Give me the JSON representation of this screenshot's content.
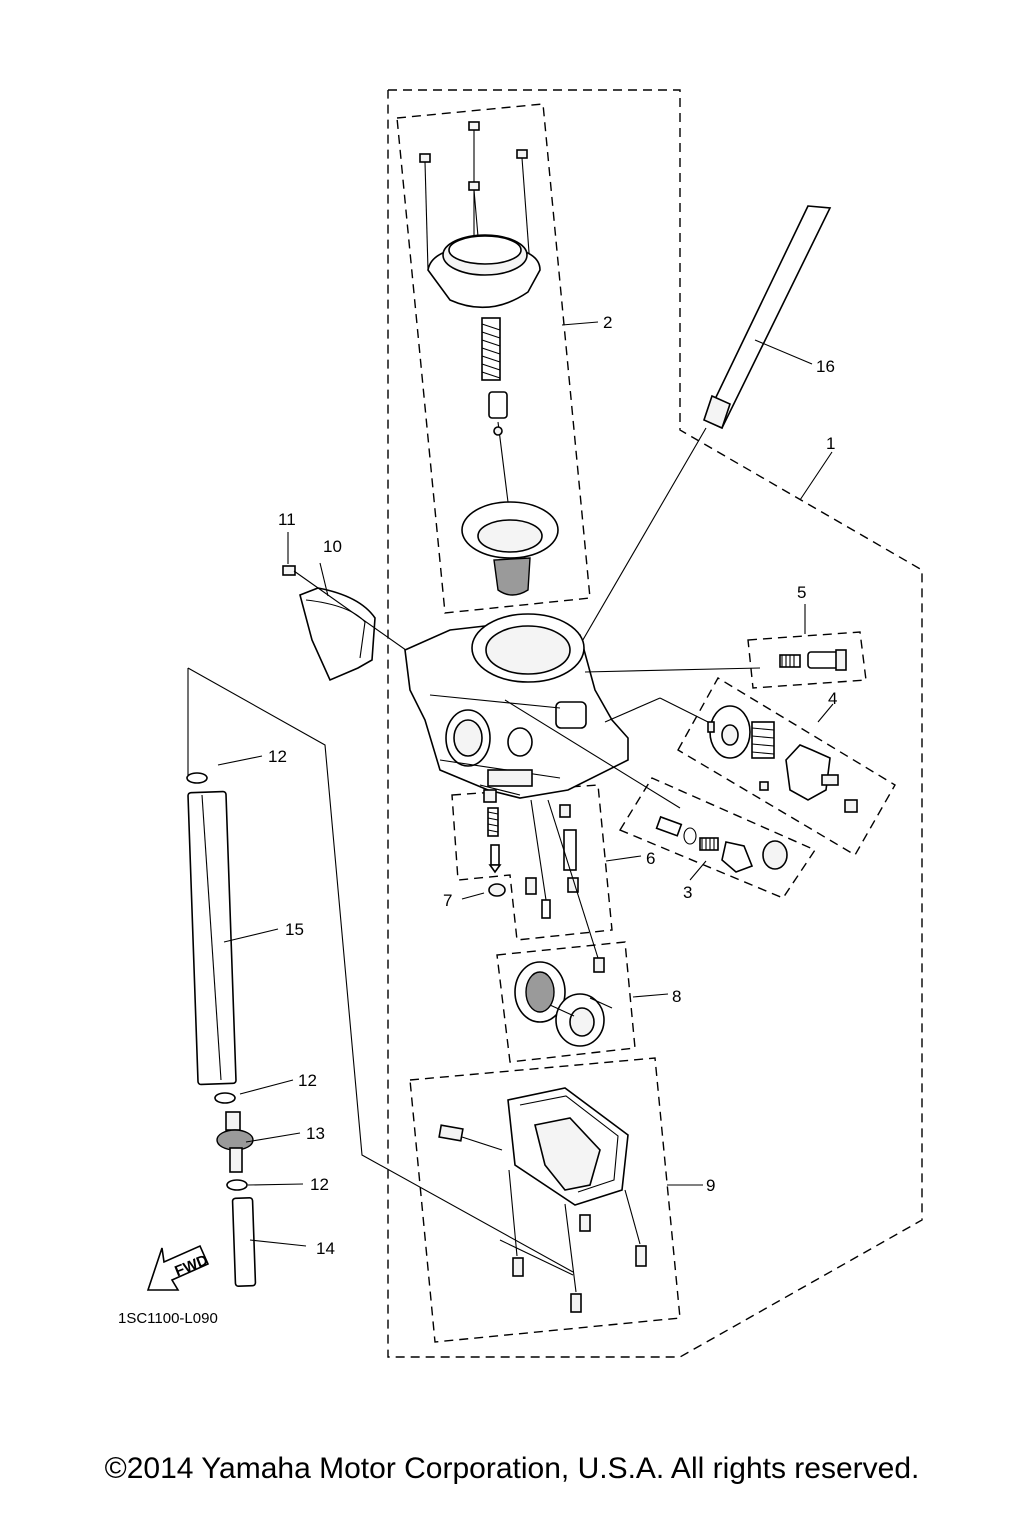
{
  "callouts": {
    "c1": "1",
    "c2": "2",
    "c3": "3",
    "c4": "4",
    "c5": "5",
    "c6": "6",
    "c7": "7",
    "c8": "8",
    "c9": "9",
    "c10": "10",
    "c11": "11",
    "c12a": "12",
    "c12b": "12",
    "c12c": "12",
    "c13": "13",
    "c14": "14",
    "c15": "15",
    "c16": "16"
  },
  "fwd_label": "FWD",
  "diagram_code": "1SC1100-L090",
  "copyright": "©2014 Yamaha Motor Corporation, U.S.A. All rights reserved."
}
